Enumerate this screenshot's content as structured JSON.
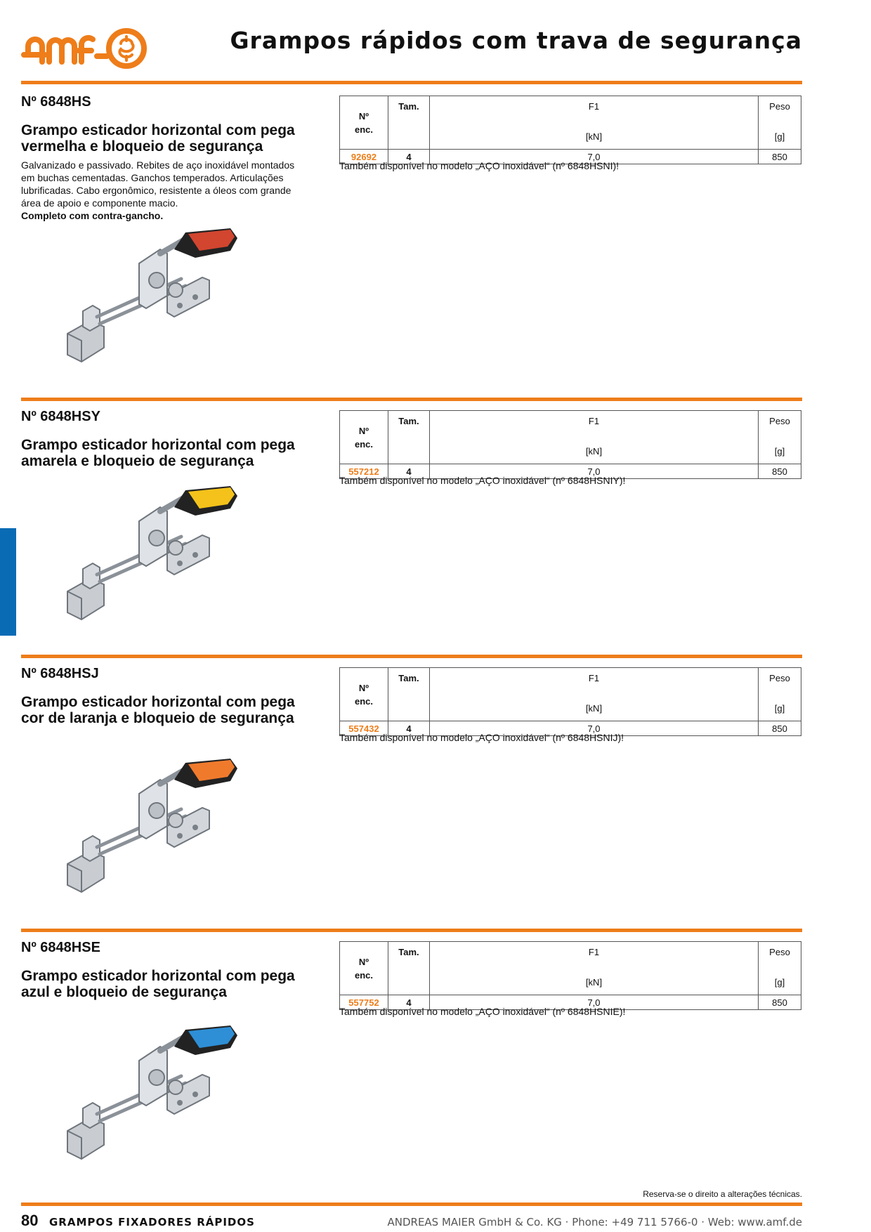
{
  "header": {
    "logo_text": "amf",
    "title": "Grampos rápidos com trava de segurança",
    "brand_color": "#ee7d1a"
  },
  "table_headers": {
    "order_no": "Nº",
    "order_no_2": "enc.",
    "size": "Tam.",
    "force": "F1",
    "force_unit": "[kN]",
    "weight": "Peso",
    "weight_unit": "[g]"
  },
  "sections": [
    {
      "number": "Nº 6848HS",
      "title": "Grampo esticador horizontal com pega vermelha e bloqueio de segurança",
      "description": "Galvanizado e passivado. Rebites de aço inoxidável montados em buchas cementadas. Ganchos temperados. Articulações lubrificadas. Cabo ergonômico, resistente a óleos com grande área de apoio e componente macio.",
      "description_bold": "Completo com contra-gancho.",
      "row": {
        "order_no": "92692",
        "size": "4",
        "force": "7,0",
        "weight": "850"
      },
      "note": "Também disponível no modelo „AÇO inoxidável“ (nº 6848HSNI)!",
      "handle_color": "#d2452f",
      "handle_icon": "clamp-red-handle-image"
    },
    {
      "number": "Nº 6848HSY",
      "title": "Grampo esticador horizontal com pega amarela e bloqueio de segurança",
      "row": {
        "order_no": "557212",
        "size": "4",
        "force": "7,0",
        "weight": "850"
      },
      "note": "Também disponível no modelo „AÇO inoxidável“ (nº 6848HSNIY)!",
      "handle_color": "#f4c21a",
      "handle_icon": "clamp-yellow-handle-image"
    },
    {
      "number": "Nº 6848HSJ",
      "title": "Grampo esticador horizontal com pega cor de laranja e bloqueio de segurança",
      "row": {
        "order_no": "557432",
        "size": "4",
        "force": "7,0",
        "weight": "850"
      },
      "note": "Também disponível no modelo „AÇO inoxidável“ (nº 6848HSNIJ)!",
      "handle_color": "#f07a2c",
      "handle_icon": "clamp-orange-handle-image"
    },
    {
      "number": "Nº 6848HSE",
      "title": "Grampo esticador horizontal com pega azul e bloqueio de segurança",
      "row": {
        "order_no": "557752",
        "size": "4",
        "force": "7,0",
        "weight": "850"
      },
      "note": "Também disponível no modelo „AÇO inoxidável“ (nº 6848HSNIE)!",
      "handle_color": "#2e8fd6",
      "handle_icon": "clamp-blue-handle-image"
    }
  ],
  "footer": {
    "rights_note": "Reserva-se o direito a alterações técnicas.",
    "page_number": "80",
    "chapter": "GRAMPOS FIXADORES RÁPIDOS",
    "company": "ANDREAS MAIER GmbH & Co. KG · Phone: +49 711 5766-0 · Web: www.amf.de"
  },
  "side_tab_color": "#0a6bb5"
}
